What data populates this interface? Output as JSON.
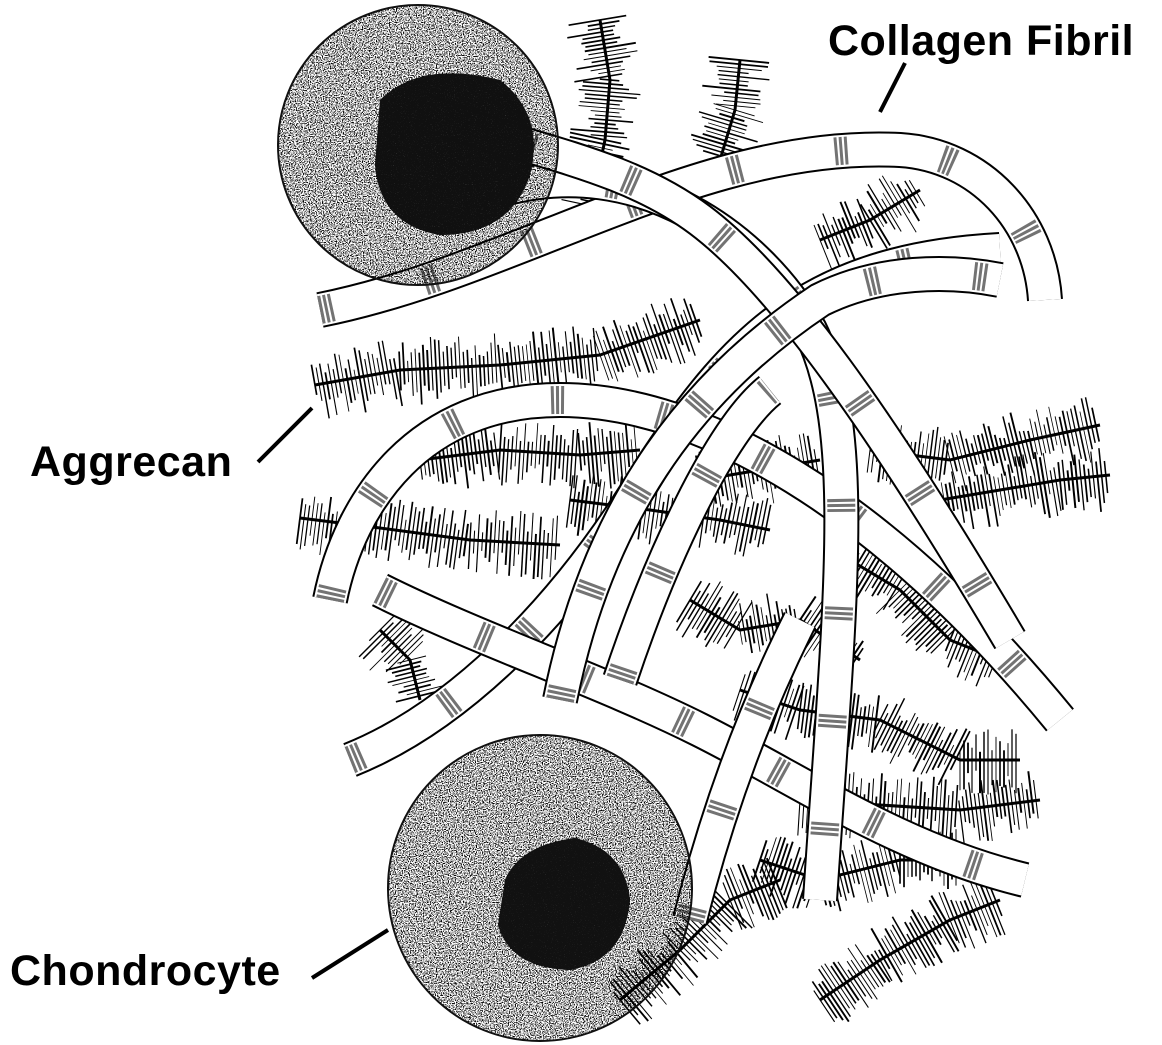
{
  "labels": {
    "collagen_fibril": "Collagen Fibril",
    "aggrecan": "Aggrecan",
    "chondrocyte": "Chondrocyte"
  },
  "colors": {
    "ink": "#000000",
    "background": "#ffffff",
    "fibril_fill": "#ffffff"
  }
}
